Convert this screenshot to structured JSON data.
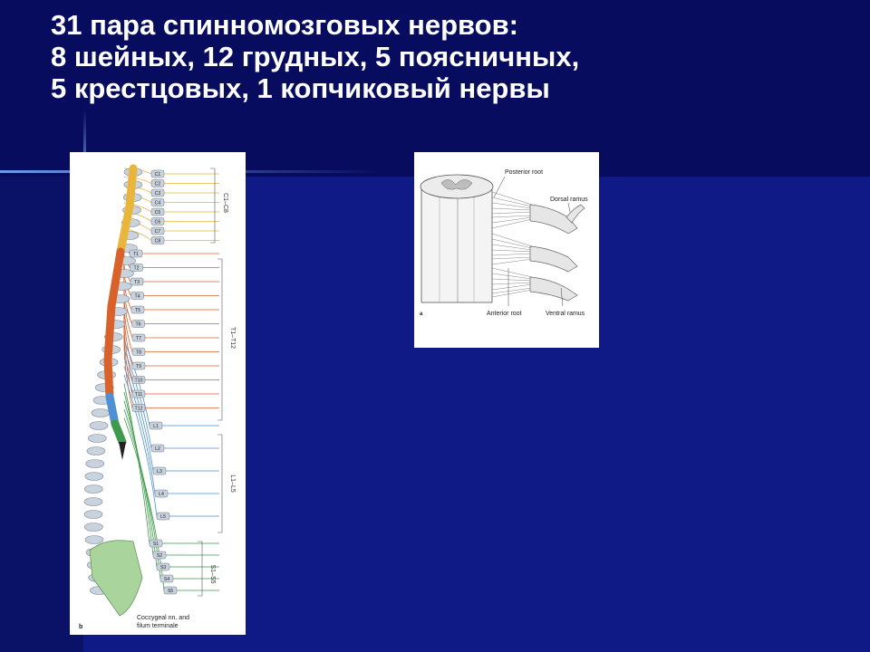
{
  "slide": {
    "title_lines": [
      "31 пара спинномозговых нервов:",
      "8 шейных, 12 грудных, 5 поясничных,",
      "5 крестцовых, 1 копчиковый нервы"
    ]
  },
  "figure_spine": {
    "cervical_labels": [
      "C1",
      "C2",
      "C3",
      "C4",
      "C5",
      "C6",
      "C7",
      "C8"
    ],
    "thoracic_labels": [
      "T1",
      "T2",
      "T3",
      "T4",
      "T5",
      "T6",
      "T7",
      "T8",
      "T9",
      "T10",
      "T11",
      "T12"
    ],
    "lumbar_labels": [
      "L1",
      "L2",
      "L3",
      "L4",
      "L5"
    ],
    "sacral_labels": [
      "S1",
      "S2",
      "S3",
      "S4",
      "S5"
    ],
    "bracket_labels": {
      "cervical": "C1–C8",
      "thoracic": "T1–T12",
      "lumbar": "L1–L5",
      "sacral": "S1–S5"
    },
    "caption_line1": "Coccygeal nn. and",
    "caption_line2": "filum terminale",
    "panel_letter": "b",
    "colors": {
      "cervical": "#e9b53a",
      "thoracic": "#d9622b",
      "lumbar": "#4f8fd4",
      "sacral": "#3f9b4c",
      "vertebra": "#c9d3de"
    }
  },
  "figure_root": {
    "posterior_root": "Posterior root",
    "dorsal_ramus": "Dorsal ramus",
    "anterior_root": "Anterior root",
    "ventral_ramus": "Ventral ramus",
    "panel_letter": "a"
  }
}
